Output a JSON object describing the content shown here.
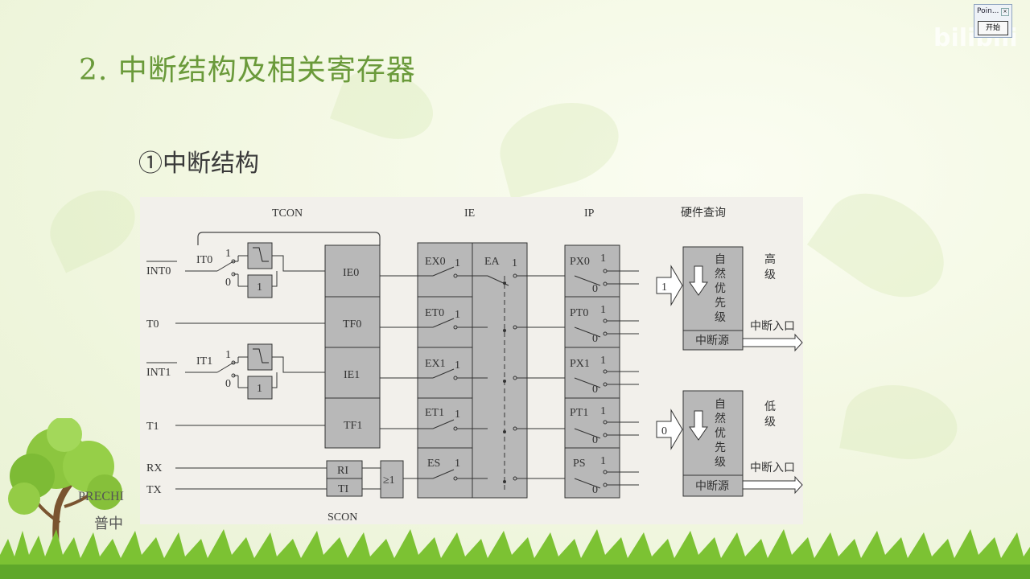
{
  "slide": {
    "title": "2. 中断结构及相关寄存器",
    "subtitle": "①中断结构"
  },
  "diagram": {
    "tcon": "TCON",
    "ie": "IE",
    "ip": "IP",
    "hw_query": "硬件查询",
    "scon": "SCON",
    "inputs": [
      "INT0",
      "T0",
      "INT1",
      "T1",
      "RX",
      "TX"
    ],
    "it0": "IT0",
    "it1": "IT1",
    "one": "1",
    "zero": "0",
    "flags": [
      "IE0",
      "TF0",
      "IE1",
      "TF1"
    ],
    "scon_flags": [
      "RI",
      "TI"
    ],
    "or_gate": "≥1",
    "ie_bits": [
      "EX0",
      "ET0",
      "EX1",
      "ET1",
      "ES"
    ],
    "ea": "EA",
    "ip_bits": [
      "PX0",
      "PT0",
      "PX1",
      "PT1",
      "PS"
    ],
    "high_in": "1",
    "low_in": "0",
    "natural_priority": [
      "自",
      "然",
      "优",
      "先",
      "级"
    ],
    "interrupt_source": "中断源",
    "high": [
      "高",
      "级"
    ],
    "low": [
      "低",
      "级"
    ],
    "entry": "中断入口"
  },
  "branding": {
    "line1": "PRECHI",
    "line2": "普中"
  },
  "mini_window": {
    "title": "Poin...",
    "button": "开始"
  },
  "watermark": "bilibili"
}
